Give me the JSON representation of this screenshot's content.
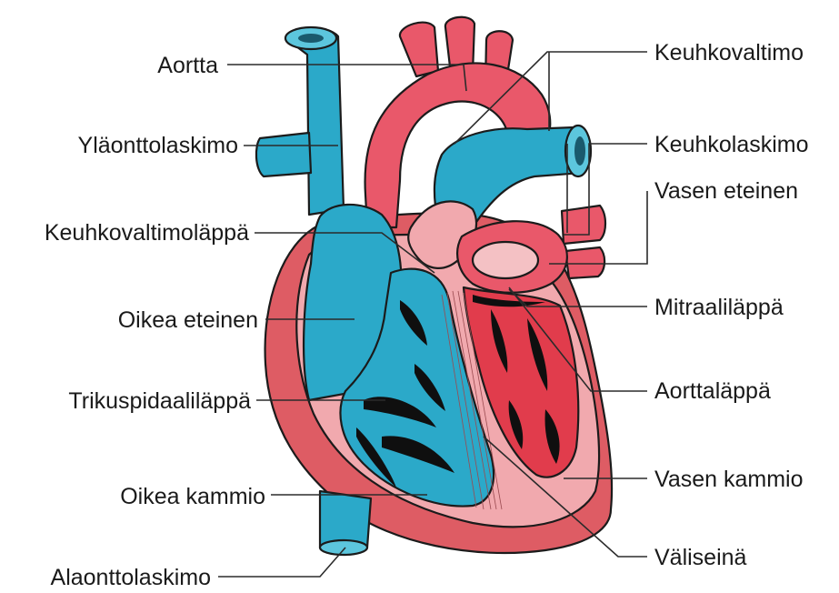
{
  "diagram": {
    "labels": {
      "aortta": "Aortta",
      "ylaonttolaskimo": "Yläonttolaskimo",
      "keuhkovaltimolappa": "Keuhkovaltimoläppä",
      "oikea_eteinen": "Oikea eteinen",
      "trikuspidaalilappa": "Trikuspidaaliläppä",
      "oikea_kammio": "Oikea kammio",
      "alaonttolaskimo": "Alaonttolaskimo",
      "keuhkovaltimo": "Keuhkovaltimo",
      "keuhkolaskimo": "Keuhkolaskimo",
      "vasen_eteinen": "Vasen eteinen",
      "mitraalilappa": "Mitraaliläppä",
      "aorttalappa": "Aorttaläppä",
      "vasen_kammio": "Vasen kammio",
      "valiseina": "Väliseinä"
    },
    "colors": {
      "deoxygenated_blue": "#2ba9c9",
      "light_blue": "#5cc6dd",
      "oxygenated_red": "#e9586a",
      "deep_red": "#e13c4c",
      "muscle_pink": "#f1a9ae",
      "outer_wall": "#de5c64",
      "outline": "#1b1b1b",
      "background": "#ffffff"
    }
  }
}
